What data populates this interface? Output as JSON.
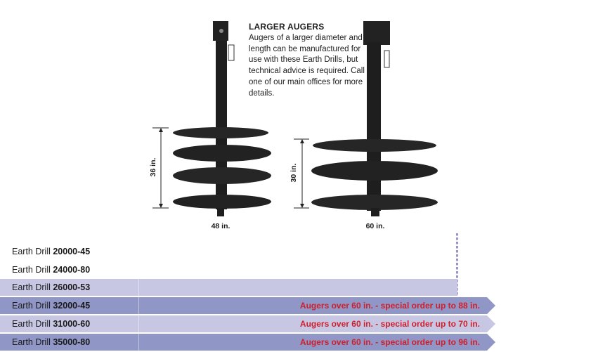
{
  "note": {
    "title": "LARGER AUGERS",
    "body": "Augers of a larger diameter and length can be manufactured for use with these Earth Drills, but technical advice is required. Call one of our main offices for more details."
  },
  "augers": [
    {
      "length_label": "36 in.",
      "diameter_label": "48 in."
    },
    {
      "length_label": "30 in.",
      "diameter_label": "60 in."
    }
  ],
  "colors": {
    "light_row": "#c8c7e3",
    "dark_row": "#9096c6",
    "special_text": "#d01f2b",
    "dots": "#9a95c6"
  },
  "rows": [
    {
      "prefix": "Earth Drill ",
      "model": "20000-45",
      "note": ""
    },
    {
      "prefix": "Earth Drill ",
      "model": "24000-80",
      "note": ""
    },
    {
      "prefix": "Earth Drill ",
      "model": "26000-53",
      "note": ""
    },
    {
      "prefix": "Earth Drill ",
      "model": "32000-45",
      "note": "Augers over 60 in. - special order up to 88 in."
    },
    {
      "prefix": "Earth Drill ",
      "model": "31000-60",
      "note": "Augers over 60 in. - special order up to 70 in."
    },
    {
      "prefix": "Earth Drill ",
      "model": "35000-80",
      "note": "Augers over 60 in. - special order up to 96 in."
    }
  ]
}
